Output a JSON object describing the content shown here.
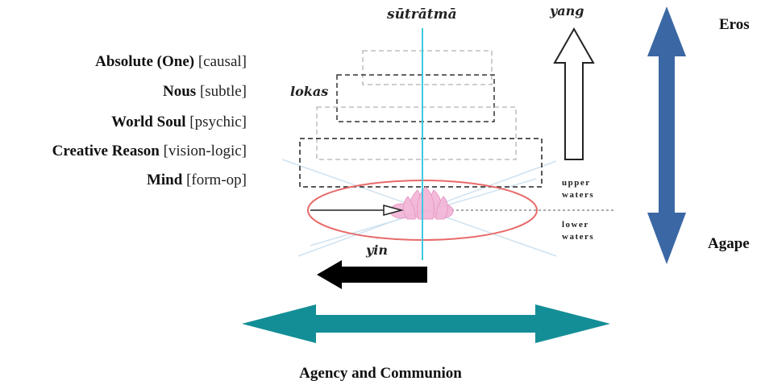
{
  "levels": [
    {
      "name": "Absolute (One)",
      "bracket": "[causal]"
    },
    {
      "name": "Nous",
      "bracket": "[subtle]"
    },
    {
      "name": "World Soul",
      "bracket": "[psychic]"
    },
    {
      "name": "Creative Reason",
      "bracket": "[vision-logic]"
    },
    {
      "name": "Mind",
      "bracket": "[form-op]"
    }
  ],
  "labels": {
    "sutratma": "sūtrātmā",
    "lokas": "lokas",
    "yang": "yang",
    "yin": "yin",
    "upper_waters_1": "upper",
    "upper_waters_2": "waters",
    "lower_waters_1": "lower",
    "lower_waters_2": "waters",
    "eros": "Eros",
    "agape": "Agape",
    "footer": "Agency and Communion"
  },
  "colors": {
    "axis_line": "#3ec8e0",
    "ellipse": "#e86a6a",
    "vertical_arrow": "#3b68a4",
    "horizontal_arrow": "#148e96",
    "yin_arrow": "#000000",
    "lotus": "#f2b3d6"
  }
}
